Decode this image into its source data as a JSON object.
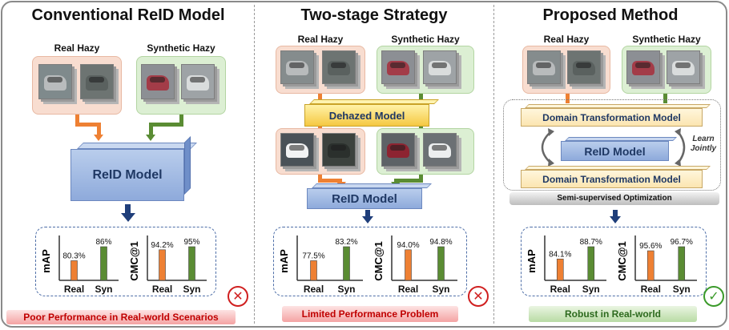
{
  "columns": {
    "conventional": {
      "title": "Conventional ReID Model",
      "real_label": "Real Hazy",
      "syn_label": "Synthetic Hazy",
      "model_label": "ReID Model",
      "footer_label": "Poor Performance in Real-world Scenarios",
      "status": "fail"
    },
    "two_stage": {
      "title": "Two-stage Strategy",
      "real_label": "Real Hazy",
      "syn_label": "Synthetic Hazy",
      "dehazed_label": "Dehazed Model",
      "model_label": "ReID Model",
      "footer_label": "Limited Performance Problem",
      "status": "fail"
    },
    "proposed": {
      "title": "Proposed Method",
      "real_label": "Real Hazy",
      "syn_label": "Synthetic Hazy",
      "dtm_top_label": "Domain Transformation Model",
      "model_label": "ReID Model",
      "dtm_bottom_label": "Domain Transformation Model",
      "learn_jointly_line1": "Learn",
      "learn_jointly_line2": "Jointly",
      "semi_label": "Semi-supervised Optimization",
      "footer_label": "Robust in Real-world",
      "status": "pass"
    }
  },
  "colors": {
    "real_bar": "#ee8033",
    "syn_bar": "#5a8c33",
    "fail": "#d01f1f",
    "pass": "#3b9a2a",
    "model_blue": "#8eaadb",
    "arrow_blue": "#1f3e7a"
  },
  "chart_data": [
    {
      "type": "bar",
      "panel": "conventional",
      "metric": "mAP",
      "categories": [
        "Real",
        "Syn"
      ],
      "values": [
        80.3,
        86
      ],
      "value_labels": [
        "80.3%",
        "86%"
      ],
      "ylabel": "mAP"
    },
    {
      "type": "bar",
      "panel": "conventional",
      "metric": "CMC@1",
      "categories": [
        "Real",
        "Syn"
      ],
      "values": [
        94.2,
        95
      ],
      "value_labels": [
        "94.2%",
        "95%"
      ],
      "ylabel": "CMC@1"
    },
    {
      "type": "bar",
      "panel": "two_stage",
      "metric": "mAP",
      "categories": [
        "Real",
        "Syn"
      ],
      "values": [
        77.5,
        83.2
      ],
      "value_labels": [
        "77.5%",
        "83.2%"
      ],
      "ylabel": "mAP"
    },
    {
      "type": "bar",
      "panel": "two_stage",
      "metric": "CMC@1",
      "categories": [
        "Real",
        "Syn"
      ],
      "values": [
        94.0,
        94.8
      ],
      "value_labels": [
        "94.0%",
        "94.8%"
      ],
      "ylabel": "CMC@1"
    },
    {
      "type": "bar",
      "panel": "proposed",
      "metric": "mAP",
      "categories": [
        "Real",
        "Syn"
      ],
      "values": [
        84.1,
        88.7
      ],
      "value_labels": [
        "84.1%",
        "88.7%"
      ],
      "ylabel": "mAP"
    },
    {
      "type": "bar",
      "panel": "proposed",
      "metric": "CMC@1",
      "categories": [
        "Real",
        "Syn"
      ],
      "values": [
        95.6,
        96.7
      ],
      "value_labels": [
        "95.6%",
        "96.7%"
      ],
      "ylabel": "CMC@1"
    }
  ]
}
